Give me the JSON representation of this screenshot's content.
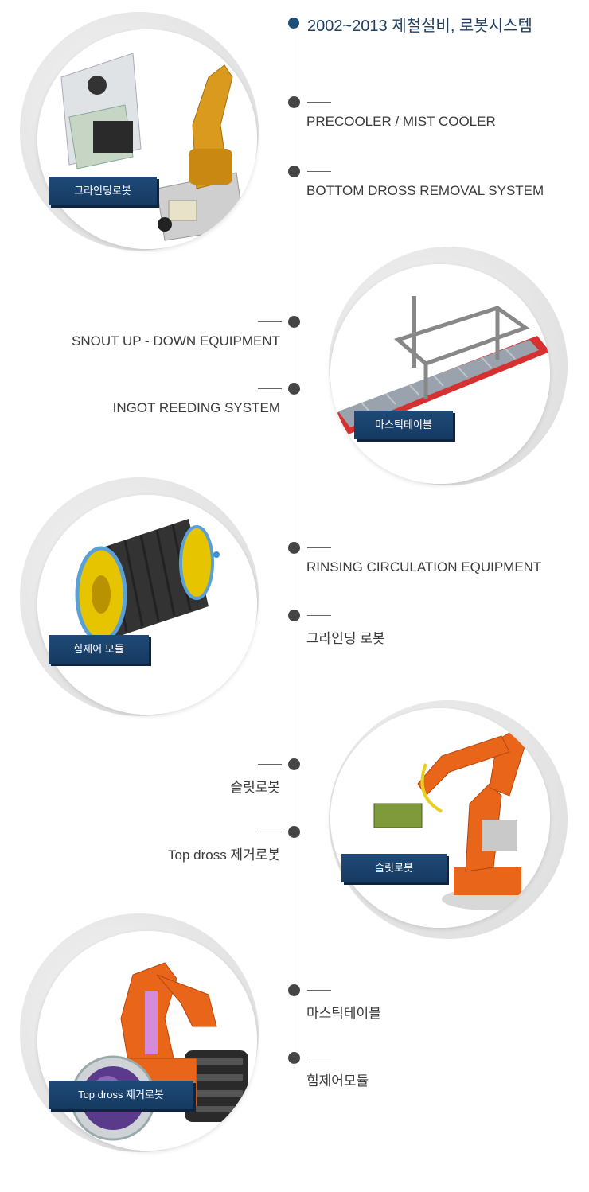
{
  "header": {
    "title": "2002~2013 제철설비, 로봇시스템"
  },
  "timeline": {
    "items": [
      {
        "label": "PRECOOLER / MIST COOLER"
      },
      {
        "label": "BOTTOM DROSS REMOVAL SYSTEM"
      },
      {
        "label": "SNOUT UP - DOWN EQUIPMENT"
      },
      {
        "label": "INGOT REEDING SYSTEM"
      },
      {
        "label": "RINSING CIRCULATION EQUIPMENT"
      },
      {
        "label": "그라인딩 로봇"
      },
      {
        "label": "슬릿로봇"
      },
      {
        "label": "Top dross 제거로봇"
      },
      {
        "label": "마스틱테이블"
      },
      {
        "label": "힘제어모듈"
      }
    ]
  },
  "photos": [
    {
      "caption": "그라인딩로봇",
      "icon": "grinding-robot-image"
    },
    {
      "caption": "마스틱테이블",
      "icon": "mastic-table-image"
    },
    {
      "caption": "힘제어 모듈",
      "icon": "force-control-module-image"
    },
    {
      "caption": "슬릿로봇",
      "icon": "slit-robot-image"
    },
    {
      "caption": "Top dross 제거로봇",
      "icon": "top-dross-robot-image"
    }
  ],
  "colors": {
    "accent": "#1e4f79",
    "tag_bg": "#1e4a78",
    "robot_orange": "#e8651a",
    "robot_gold": "#d99a1e"
  }
}
